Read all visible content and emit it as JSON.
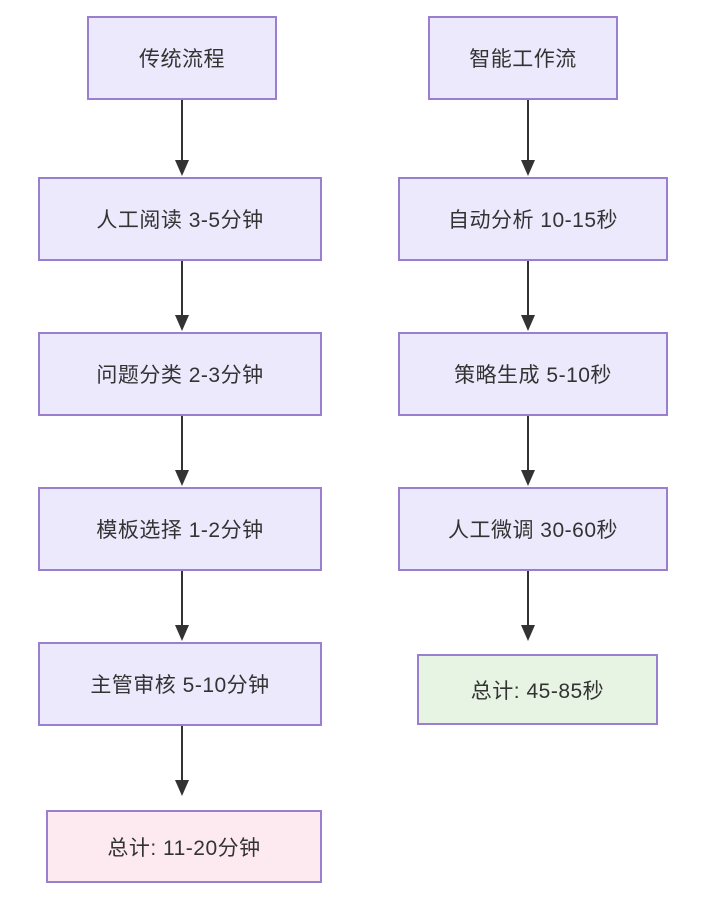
{
  "diagram": {
    "type": "flowchart",
    "orientation": "top-down",
    "title_visible": false,
    "columns": [
      {
        "id": "traditional",
        "name": "traditional-process-column",
        "nodes": [
          {
            "id": "trad-header",
            "label": "传统流程",
            "style": "process"
          },
          {
            "id": "trad-1",
            "label": "人工阅读 3-5分钟",
            "style": "process"
          },
          {
            "id": "trad-2",
            "label": "问题分类 2-3分钟",
            "style": "process"
          },
          {
            "id": "trad-3",
            "label": "模板选择 1-2分钟",
            "style": "process"
          },
          {
            "id": "trad-4",
            "label": "主管审核 5-10分钟",
            "style": "process"
          },
          {
            "id": "trad-total",
            "label": "总计: 11-20分钟",
            "style": "total-pink"
          }
        ]
      },
      {
        "id": "intelligent",
        "name": "intelligent-workflow-column",
        "nodes": [
          {
            "id": "ai-header",
            "label": "智能工作流",
            "style": "process"
          },
          {
            "id": "ai-1",
            "label": "自动分析 10-15秒",
            "style": "process"
          },
          {
            "id": "ai-2",
            "label": "策略生成 5-10秒",
            "style": "process"
          },
          {
            "id": "ai-3",
            "label": "人工微调 30-60秒",
            "style": "process"
          },
          {
            "id": "ai-total",
            "label": "总计: 45-85秒",
            "style": "total-green"
          }
        ]
      }
    ],
    "colors": {
      "node_border": "#9a7fd0",
      "node_fill": "#ece9fc",
      "total_pink_fill": "#fdeaf0",
      "total_green_fill": "#e7f4e4",
      "text": "#333333",
      "arrow": "#333333",
      "background": "#ffffff"
    }
  }
}
